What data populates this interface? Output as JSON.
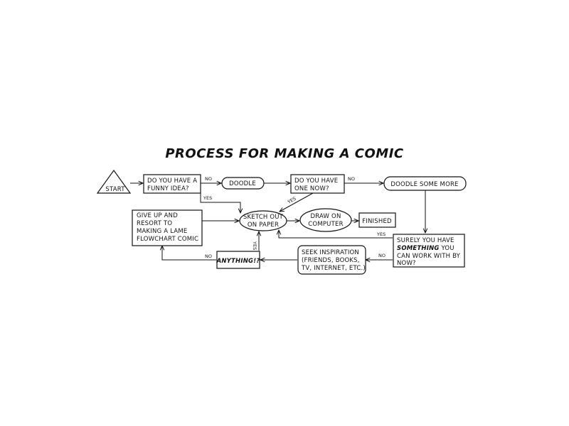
{
  "title": "PROCESS FOR MAKING A COMIC",
  "nodes": {
    "start": "START",
    "funny_idea": [
      "DO YOU HAVE A",
      "FUNNY IDEA?"
    ],
    "doodle": "DOODLE",
    "one_now": [
      "DO YOU HAVE",
      "ONE NOW?"
    ],
    "doodle_more": "DOODLE SOME MORE",
    "give_up": [
      "GIVE UP AND",
      "RESORT TO",
      "MAKING A LAME",
      "FLOWCHART COMIC"
    ],
    "sketch": [
      "SKETCH OUT",
      "ON PAPER"
    ],
    "draw": [
      "DRAW ON",
      "COMPUTER"
    ],
    "finished": "FINISHED",
    "surely": {
      "line1": "SURELY YOU HAVE",
      "line2_bold": "SOMETHING",
      "line2_rest": " YOU",
      "line3": "CAN WORK WITH BY",
      "line4": "NOW?"
    },
    "anything": "ANYTHING!?",
    "inspiration": [
      "SEEK INSPIRATION",
      "(FRIENDS, BOOKS,",
      "TV, INTERNET, ETC.)"
    ]
  },
  "edge_labels": {
    "funny_no": "NO",
    "funny_yes": "YES",
    "one_now_no": "NO",
    "one_now_yes": "YES",
    "surely_yes": "YES",
    "surely_no": "NO",
    "anything_no": "NO",
    "anything_yes": "YES"
  }
}
